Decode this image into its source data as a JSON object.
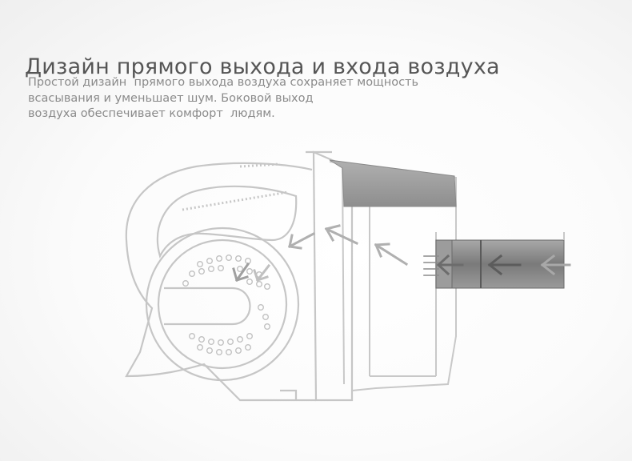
{
  "heading": "Дизайн прямого выхода и входа воздуха",
  "description": {
    "line1": "Простой дизайн  прямого выхода воздуха сохраняет мощность",
    "line2": "всасывания и уменьшает шум. Боковой выход",
    "line3": "воздуха обеспечивает комфорт  людям."
  },
  "colors": {
    "outline": "#c8c8c8",
    "arrow": "#a9a9a9",
    "arrow_dark": "#707070",
    "inlet_tube": "#8c8c8c",
    "bin_top": "#9a9a9a"
  }
}
